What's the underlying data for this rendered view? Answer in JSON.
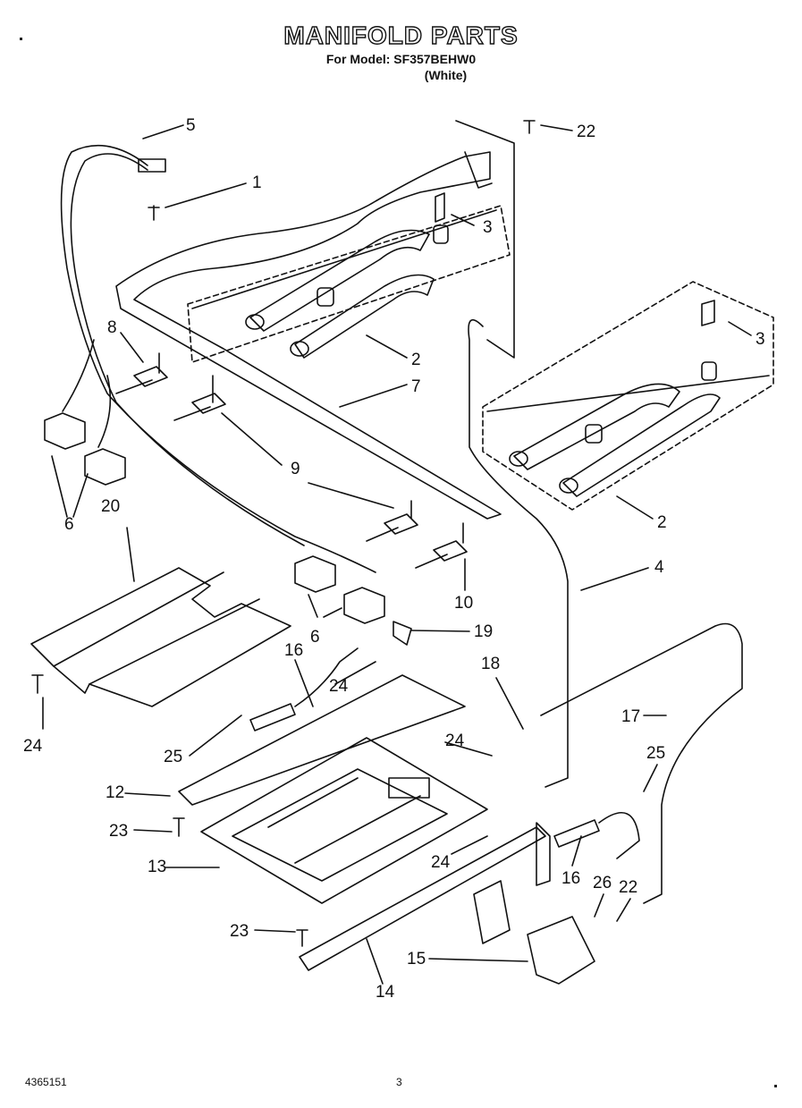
{
  "header": {
    "title": "MANIFOLD PARTS",
    "model_line": "For Model: SF357BEHW0",
    "color_line": "(White)"
  },
  "footer": {
    "doc_number": "4365151",
    "page_number": "3"
  },
  "callouts": [
    "5",
    "22",
    "1",
    "3",
    "3",
    "8",
    "2",
    "7",
    "9",
    "6",
    "2",
    "20",
    "4",
    "6",
    "10",
    "19",
    "16",
    "24",
    "18",
    "17",
    "24",
    "25",
    "25",
    "12",
    "23",
    "24",
    "16",
    "13",
    "26",
    "22",
    "23",
    "15",
    "14"
  ]
}
